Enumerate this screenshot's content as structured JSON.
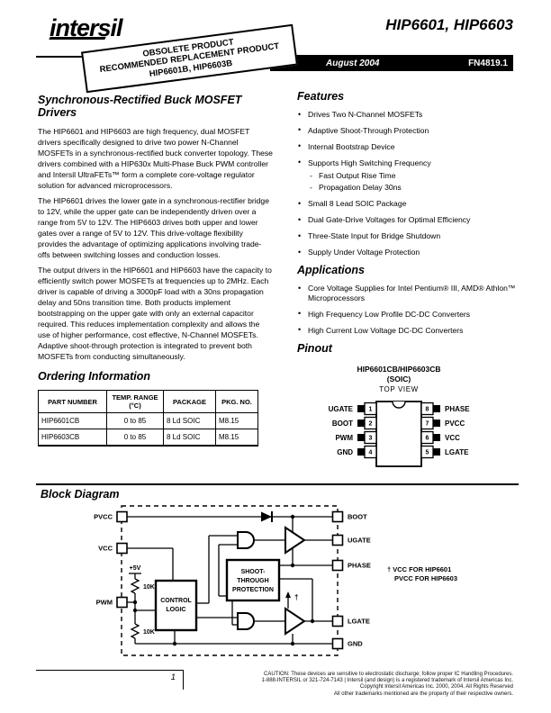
{
  "header": {
    "logo": "intersil",
    "title": "HIP6601, HIP6603",
    "banner_line1": "OBSOLETE PRODUCT",
    "banner_line2": "RECOMMENDED REPLACEMENT PRODUCT",
    "banner_line3": "HIP6601B, HIP6603B",
    "date": "August 2004",
    "doc_number": "FN4819.1"
  },
  "left": {
    "heading": "Synchronous-Rectified Buck MOSFET Drivers",
    "para1": "The HIP6601 and HIP6603 are high frequency, dual MOSFET drivers specifically designed to drive two power N-Channel MOSFETs in a synchronous-rectified buck converter topology. These drivers combined with a HIP630x Multi-Phase Buck PWM controller and Intersil UltraFETs™ form a complete core-voltage regulator solution for advanced microprocessors.",
    "para2": "The HIP6601 drives the lower gate in a synchronous-rectifier bridge to 12V, while the upper gate can be independently driven over a range from 5V to 12V. The HIP6603 drives both upper and lower gates over a range of 5V to 12V. This drive-voltage flexibility provides the advantage of optimizing applications involving trade-offs between switching losses and conduction losses.",
    "para3": "The output drivers in the HIP6601 and HIP6603 have the capacity to efficiently switch power MOSFETs at frequencies up to 2MHz. Each driver is capable of driving a 3000pF load with a 30ns propagation delay and 50ns transition time. Both products implement bootstrapping on the upper gate with only an external capacitor required. This reduces implementation complexity and allows the use of higher performance, cost effective, N-Channel MOSFETs. Adaptive shoot-through protection is integrated to prevent both MOSFETs from conducting simultaneously."
  },
  "ordering": {
    "heading": "Ordering Information",
    "columns": [
      "PART NUMBER",
      "TEMP. RANGE (°C)",
      "PACKAGE",
      "PKG. NO."
    ],
    "rows": [
      [
        "HIP6601CB",
        "0 to 85",
        "8 Ld SOIC",
        "M8.15"
      ],
      [
        "HIP6603CB",
        "0 to 85",
        "8 Ld SOIC",
        "M8.15"
      ]
    ]
  },
  "features": {
    "heading": "Features",
    "items": [
      "Drives Two N-Channel MOSFETs",
      "Adaptive Shoot-Through Protection",
      "Internal Bootstrap Device",
      "Supports High Switching Frequency",
      "Small 8 Lead SOIC Package",
      "Dual Gate-Drive Voltages for Optimal Efficiency",
      "Three-State Input for Bridge Shutdown",
      "Supply Under Voltage Protection"
    ],
    "subitems": [
      "Fast Output Rise Time",
      "Propagation Delay 30ns"
    ]
  },
  "applications": {
    "heading": "Applications",
    "items": [
      "Core Voltage Supplies for Intel Pentium® III, AMD® Athlon™ Microprocessors",
      "High Frequency Low Profile DC-DC Converters",
      "High Current Low Voltage DC-DC Converters"
    ]
  },
  "pinout": {
    "heading": "Pinout",
    "title_line1": "HIP6601CB/HIP6603CB",
    "title_line2": "(SOIC)",
    "title_line3": "TOP VIEW",
    "left_pins": [
      {
        "num": "1",
        "label": "UGATE"
      },
      {
        "num": "2",
        "label": "BOOT"
      },
      {
        "num": "3",
        "label": "PWM"
      },
      {
        "num": "4",
        "label": "GND"
      }
    ],
    "right_pins": [
      {
        "num": "8",
        "label": "PHASE"
      },
      {
        "num": "7",
        "label": "PVCC"
      },
      {
        "num": "6",
        "label": "VCC"
      },
      {
        "num": "5",
        "label": "LGATE"
      }
    ]
  },
  "block": {
    "heading": "Block Diagram",
    "pin_pvcc": "PVCC",
    "pin_vcc": "VCC",
    "pin_pwm": "PWM",
    "pin_boot": "BOOT",
    "pin_ugate": "UGATE",
    "pin_phase": "PHASE",
    "pin_lgate": "LGATE",
    "pin_gnd": "GND",
    "plus5v": "+5V",
    "r1": "10K",
    "r2": "10K",
    "control_line1": "CONTROL",
    "control_line2": "LOGIC",
    "stp_line1": "SHOOT-",
    "stp_line2": "THROUGH",
    "stp_line3": "PROTECTION",
    "dagger": "†",
    "note_line1": "† VCC FOR HIP6601",
    "note_line2": "PVCC FOR HIP6603"
  },
  "footer": {
    "page": "1",
    "line1": "CAUTION: These devices are sensitive to electrostatic discharge; follow proper IC Handling Procedures.",
    "line2": "1-888-INTERSIL or 321-724-7143 | Intersil (and design) is a registered trademark of Intersil Americas Inc.",
    "line3": "Copyright Intersil Americas Inc. 2000, 2004. All Rights Reserved",
    "line4": "All other trademarks mentioned are the property of their respective owners."
  },
  "colors": {
    "ink": "#000000",
    "paper": "#ffffff"
  }
}
